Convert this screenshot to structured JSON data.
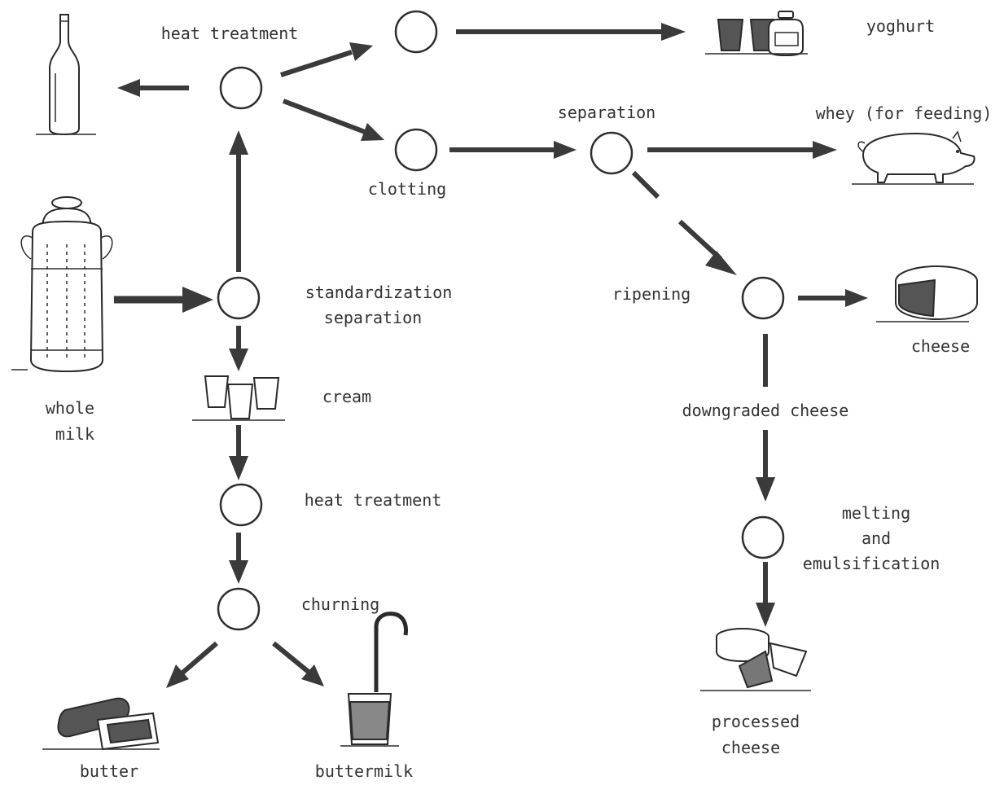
{
  "labels": {
    "heat_treatment_top": "heat treatment",
    "yoghurt": "yoghurt",
    "separation_top": "separation",
    "whey": "whey (for feeding)",
    "clotting": "clotting",
    "standardization": "standardization",
    "separation_mid": "separation",
    "ripening": "ripening",
    "cheese": "cheese",
    "whole": "whole",
    "milk": "milk",
    "cream": "cream",
    "downgraded_cheese": "downgraded cheese",
    "heat_treatment_mid": "heat treatment",
    "melting": "melting",
    "and": "and",
    "emulsification": "emulsification",
    "churning": "churning",
    "processed": "processed",
    "cheese2": "cheese",
    "butter": "butter",
    "buttermilk": "buttermilk"
  },
  "icons": [
    "bottle-icon",
    "milk-churn-icon",
    "yoghurt-pots-icon",
    "pig-icon",
    "cheese-wheel-icon",
    "cream-cups-icon",
    "butter-icon",
    "buttermilk-glass-icon",
    "processed-cheese-icon"
  ],
  "colors": {
    "ink": "#3a3a3a",
    "background": "#ffffff"
  }
}
